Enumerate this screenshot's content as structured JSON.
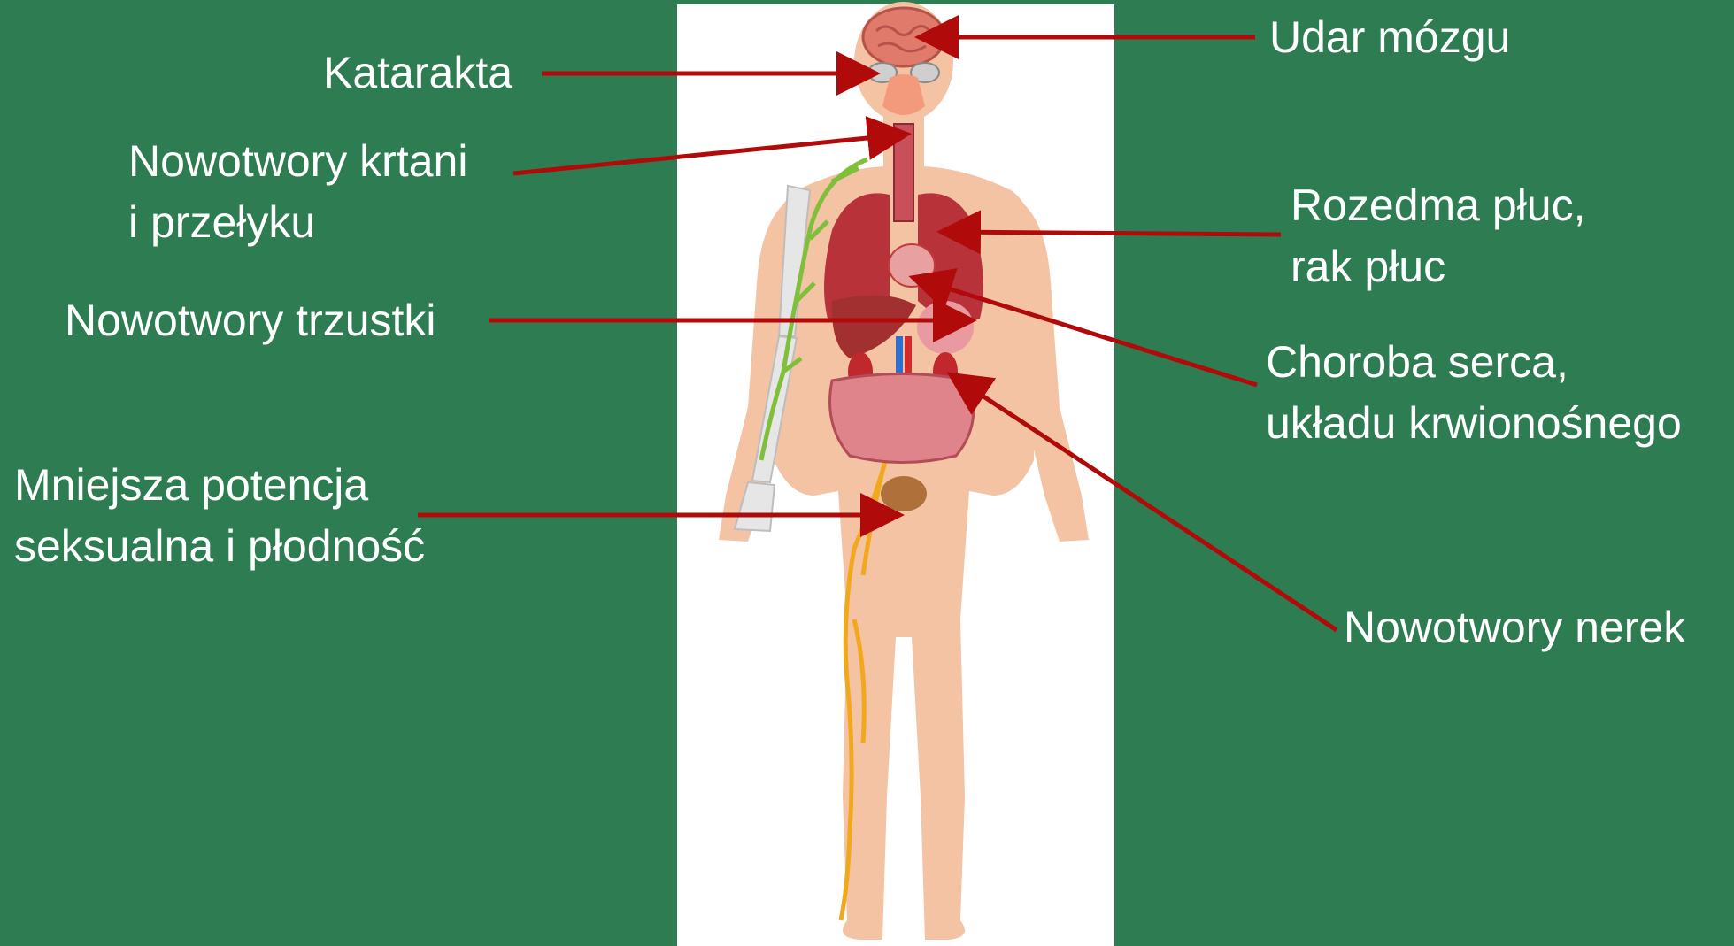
{
  "colors": {
    "background": "#2e7d52",
    "panel": "#ffffff",
    "arrow": "#b00a0a",
    "label_text": "#ffffff",
    "skin": "#f3c3a3",
    "organ_red": "#b8323a",
    "nerve": "#f2a81c",
    "lymph": "#7fbf3a"
  },
  "labels": {
    "stroke": [
      "Udar mózgu"
    ],
    "cataract": [
      "Katarakta"
    ],
    "larynx_esophagus": [
      "Nowotwory krtani",
      "i przełyku"
    ],
    "lungs": [
      "Rozedma płuc,",
      "rak płuc"
    ],
    "pancreas": [
      "Nowotwory trzustki"
    ],
    "heart": [
      "Choroba serca,",
      "układu krwionośnego"
    ],
    "potency": [
      "Mniejsza potencja",
      "seksualna i płodność"
    ],
    "kidneys": [
      "Nowotwory nerek"
    ]
  }
}
